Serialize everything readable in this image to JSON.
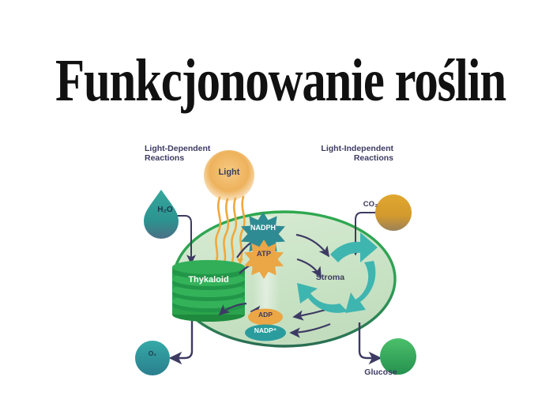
{
  "slide": {
    "title": "Funkcjonowanie roślin",
    "background_color": "#ffffff",
    "title_color": "#111111"
  },
  "diagram": {
    "name": "photosynthesis-chloroplast-diagram",
    "labels": {
      "light_dependent": "Light-Dependent\nReactions",
      "light_independent": "Light-Independent\nReactions",
      "glucose": "Glucose"
    },
    "nodes": {
      "light": {
        "label": "Light",
        "color": "#edad4b",
        "shape": "circle-glow"
      },
      "h2o": {
        "label": "H₂O",
        "color": "#2e9a95",
        "shape": "droplet"
      },
      "co2": {
        "label": "CO₂",
        "color": "#dba32f",
        "shape": "circle"
      },
      "o2": {
        "label": "O₂",
        "color": "#2b9c9d",
        "shape": "circle"
      },
      "glucose": {
        "label": "",
        "color": "#41b65f",
        "shape": "circle"
      },
      "nadph": {
        "label": "NADPH",
        "color": "#2e8b93",
        "shape": "starburst"
      },
      "atp": {
        "label": "ATP",
        "color": "#eba645",
        "shape": "starburst"
      },
      "adp": {
        "label": "ADP",
        "color": "#eba645",
        "shape": "ellipse"
      },
      "nadp_plus": {
        "label": "NADP⁺",
        "color": "#2b9c9d",
        "shape": "ellipse"
      },
      "thylakoid": {
        "label": "Thykaloid",
        "color": "#2fa84f",
        "shape": "stacked-discs"
      },
      "stroma": {
        "label": "Stroma",
        "color": "#3fb5b0",
        "shape": "cycle-arrows"
      }
    },
    "colors": {
      "chloroplast_fill": "#cfe7cc",
      "chloroplast_outline": "#2fa84f",
      "chloroplast_outline_dark": "#2d7a55",
      "arrow_dark": "#3d3b63",
      "light_ray": "#f0a83c",
      "label_text": "#3d3b63"
    }
  }
}
